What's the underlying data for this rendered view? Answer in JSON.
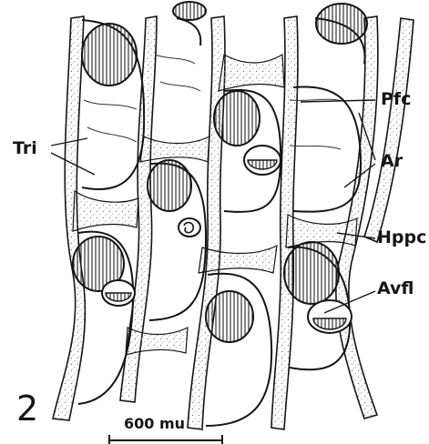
{
  "figure": {
    "number": "2",
    "scale_bar_label": "600 mu"
  },
  "labels": {
    "tri": "Tri",
    "pfc": "Pfc",
    "ar": "Ar",
    "hppc": "Hppc",
    "avfl": "Avfl"
  },
  "colors": {
    "ink": "#151515",
    "background": "#ffffff",
    "stipple": "#8a8a8a"
  }
}
